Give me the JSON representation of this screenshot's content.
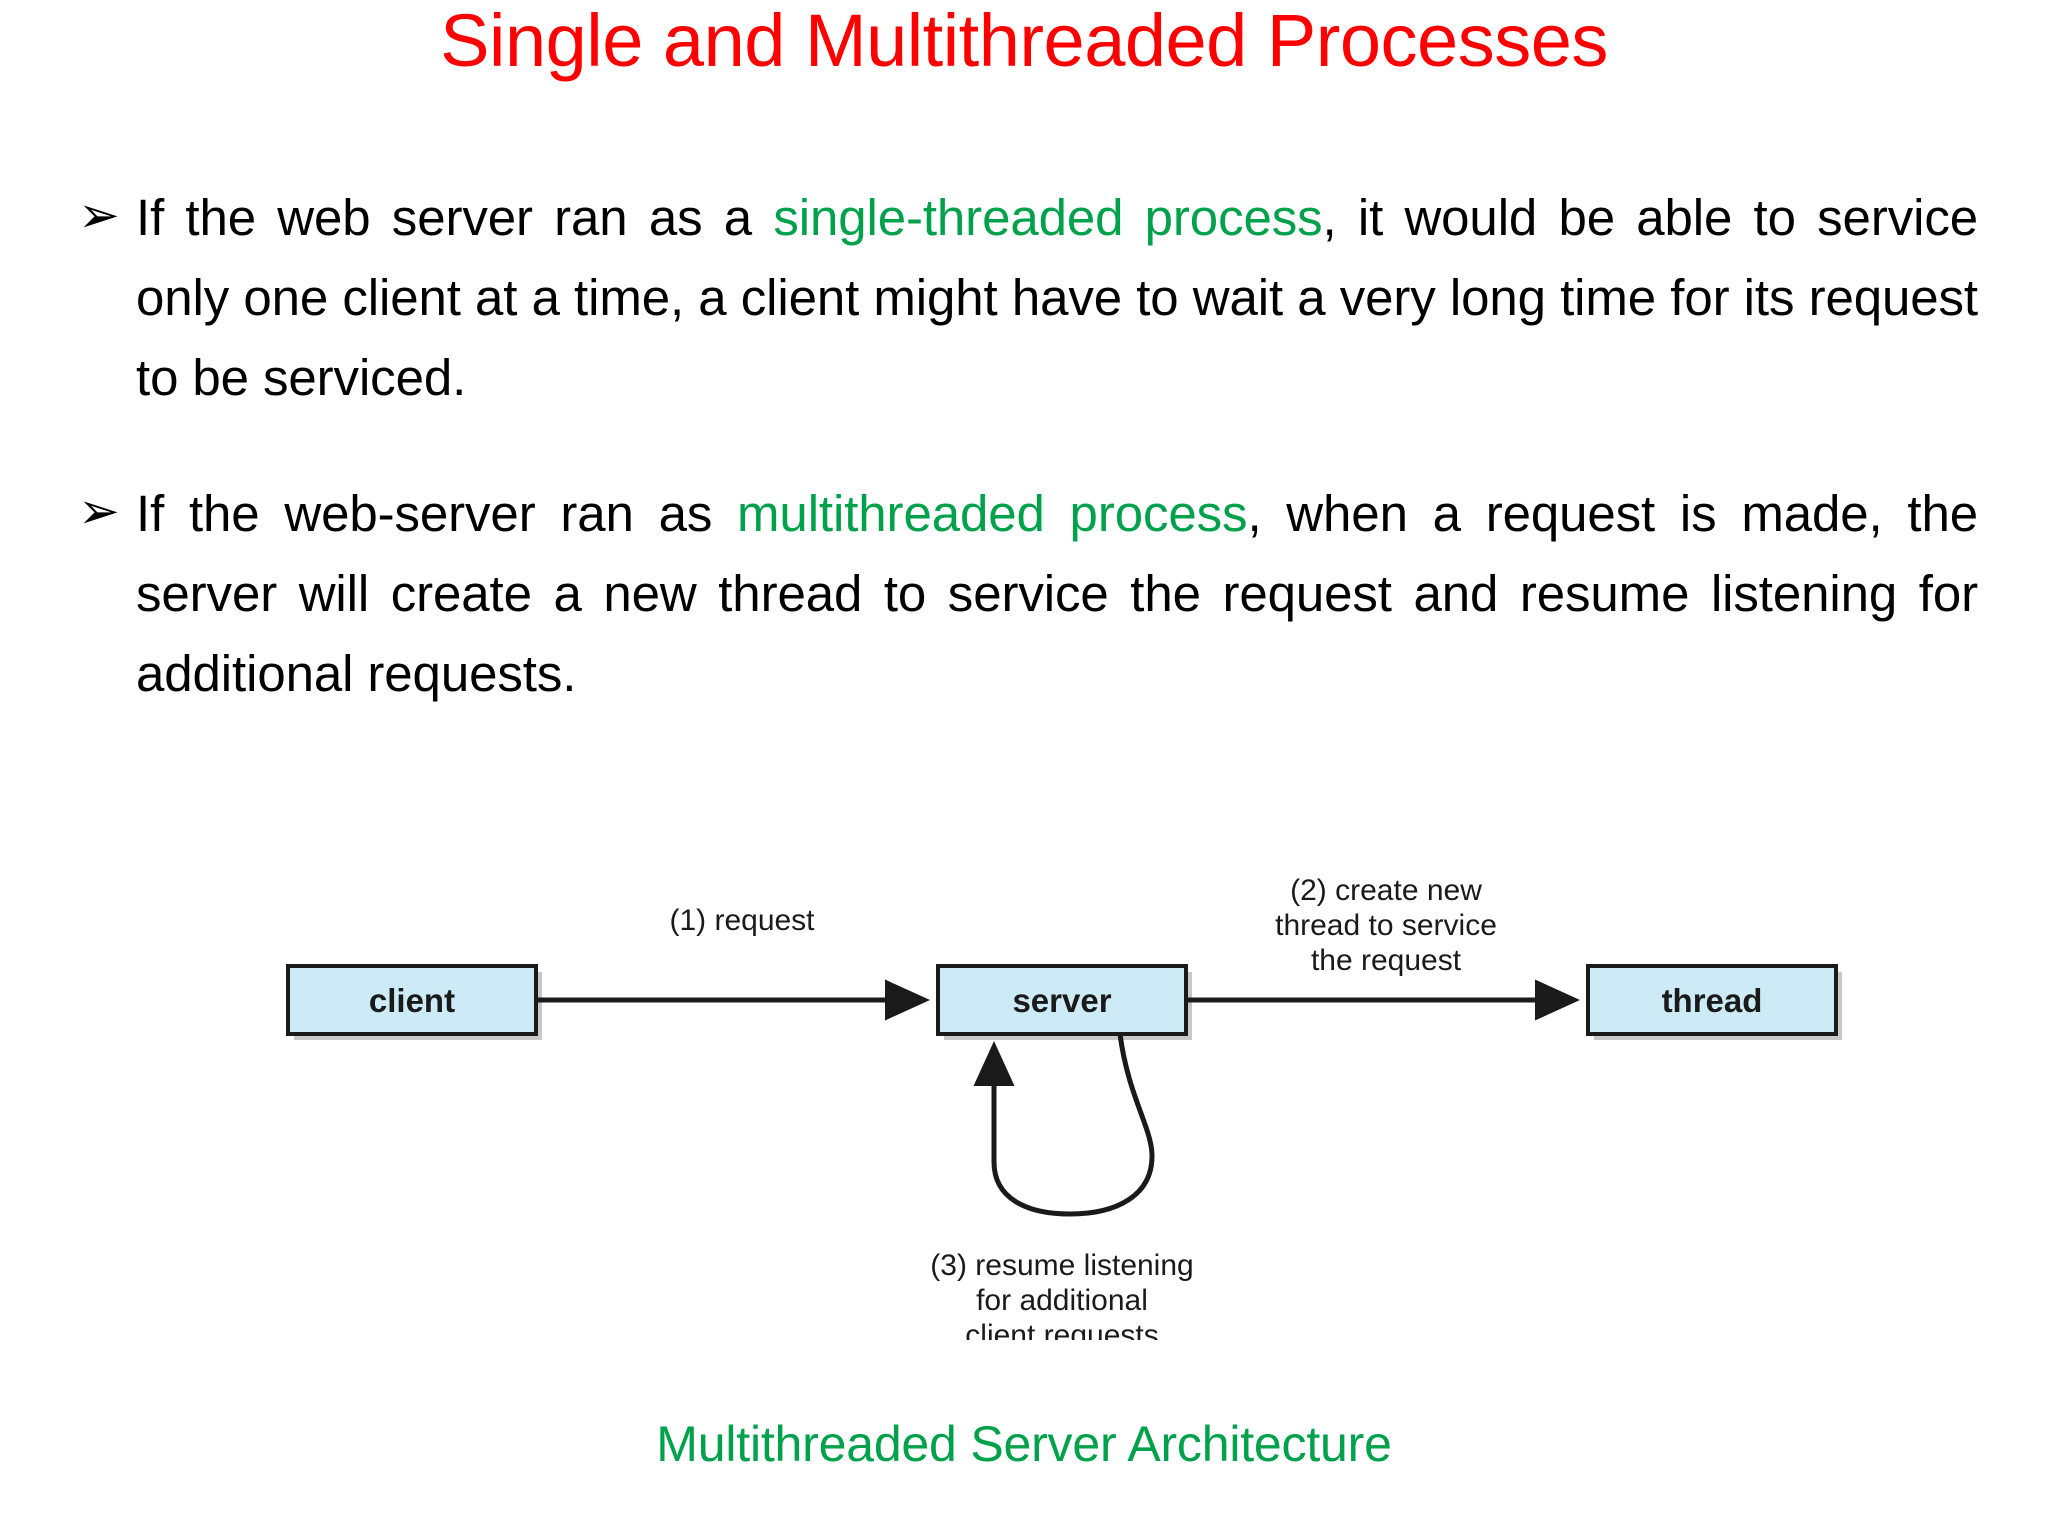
{
  "slide": {
    "title": "Single and Multithreaded Processes",
    "title_color": "#ff0000",
    "background_color": "#ffffff"
  },
  "bullets": [
    {
      "marker": "➢",
      "segments": [
        {
          "text": "If the web server ran as a ",
          "color": "#000000"
        },
        {
          "text": "single-threaded process",
          "color": "#00a14b"
        },
        {
          "text": ", it would be able to service only one client at a time, a client might have to wait a very long time for its request to be serviced.",
          "color": "#000000"
        }
      ]
    },
    {
      "marker": "➢",
      "segments": [
        {
          "text": "If the web-server ran as ",
          "color": "#000000"
        },
        {
          "text": "multithreaded process",
          "color": "#00a14b"
        },
        {
          "text": ", when a request is made, the server will create a new thread to service the request and resume listening for additional requests.",
          "color": "#000000"
        }
      ]
    }
  ],
  "diagram": {
    "box_fill": "#cdeaf7",
    "box_stroke": "#1a1a1a",
    "line_color": "#1a1a1a",
    "nodes": [
      {
        "id": "client",
        "label": "client"
      },
      {
        "id": "server",
        "label": "server"
      },
      {
        "id": "thread",
        "label": "thread"
      }
    ],
    "labels": {
      "step1": "(1) request",
      "step2_line1": "(2) create new",
      "step2_line2": "thread to service",
      "step2_line3": "the request",
      "step3_line1": "(3) resume listening",
      "step3_line2": "for additional",
      "step3_line3": "client requests"
    }
  },
  "caption": {
    "text": "Multithreaded Server Architecture",
    "color": "#00a14b"
  }
}
